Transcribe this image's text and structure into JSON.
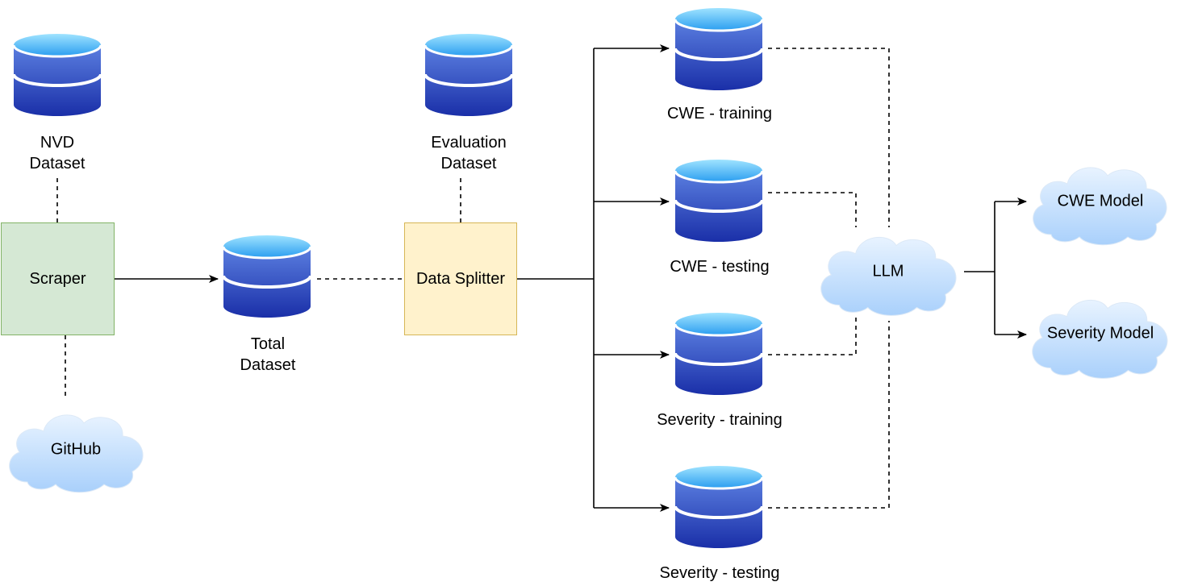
{
  "nodes": {
    "nvd_dataset": "NVD\nDataset",
    "evaluation_dataset": "Evaluation\nDataset",
    "total_dataset": "Total\nDataset",
    "scraper": "Scraper",
    "data_splitter": "Data Splitter",
    "github": "GitHub",
    "cwe_training": "CWE - training",
    "cwe_testing": "CWE - testing",
    "severity_training": "Severity - training",
    "severity_testing": "Severity - testing",
    "llm": "LLM",
    "cwe_model": "CWE Model",
    "severity_model": "Severity Model"
  },
  "colors": {
    "db_top": "#66ccff",
    "db_body": "#1f3fb5",
    "scraper_fill": "#d5e8d4",
    "scraper_stroke": "#82b366",
    "splitter_fill": "#fff2cc",
    "splitter_stroke": "#d6b656",
    "cloud_fill": "#cfe6ff"
  }
}
